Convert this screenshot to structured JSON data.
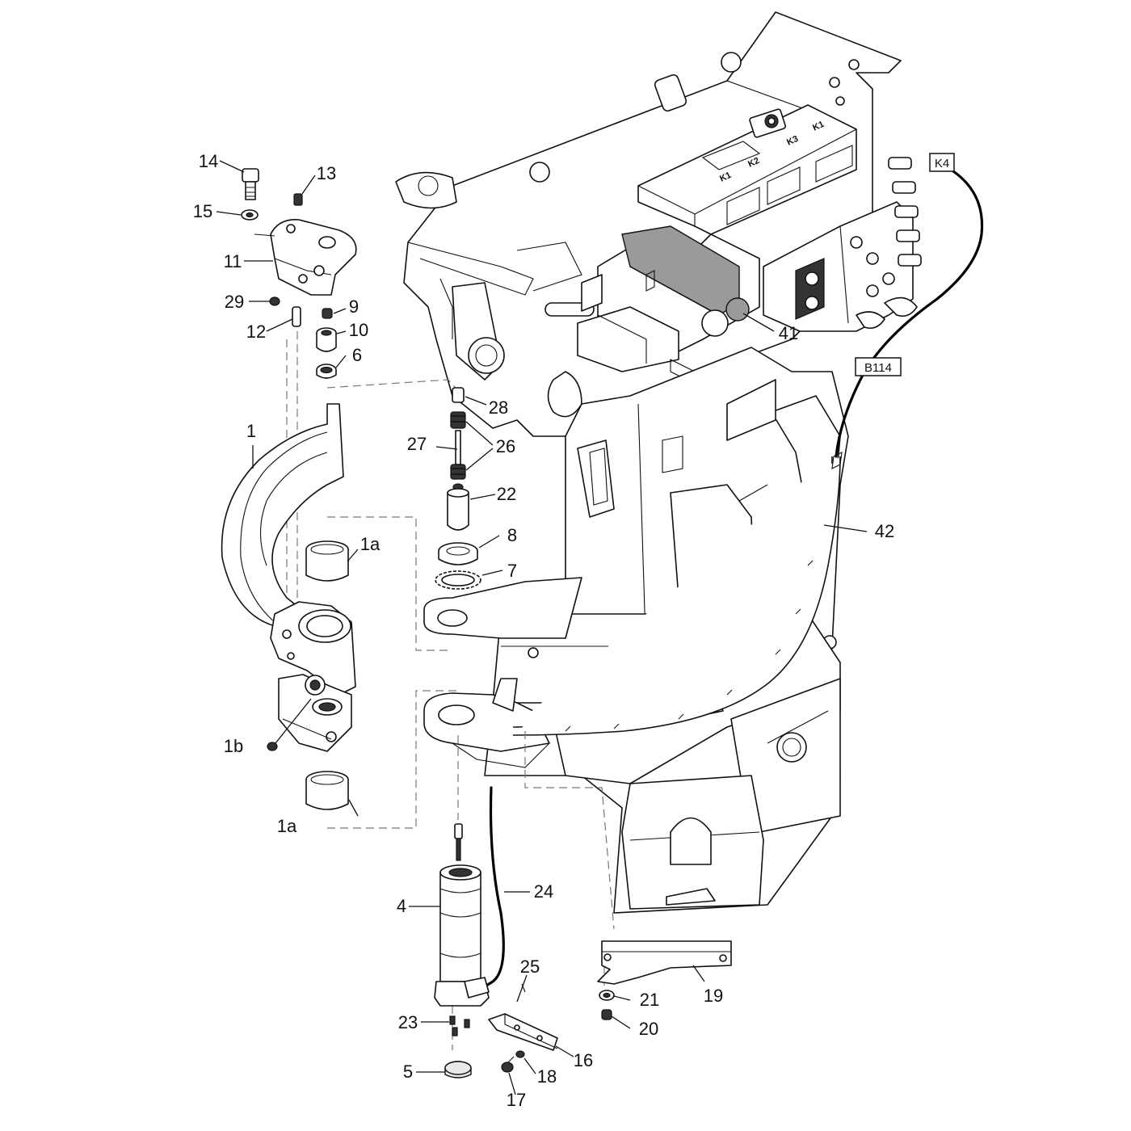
{
  "callouts": {
    "c1": "1",
    "c1a_top": "1a",
    "c1a_bottom": "1a",
    "c1b": "1b",
    "c4": "4",
    "c5": "5",
    "c6": "6",
    "c7": "7",
    "c8": "8",
    "c9": "9",
    "c10": "10",
    "c11": "11",
    "c12": "12",
    "c13": "13",
    "c14": "14",
    "c15": "15",
    "c16": "16",
    "c17": "17",
    "c18": "18",
    "c19": "19",
    "c20": "20",
    "c21": "21",
    "c22": "22",
    "c23": "23",
    "c24": "24",
    "c25": "25",
    "c26": "26",
    "c27": "27",
    "c28": "28",
    "c29": "29",
    "c41": "41",
    "c42": "42"
  },
  "connector_tags": {
    "k4": "K4",
    "b114": "B114"
  },
  "control_box_labels": {
    "k1_a": "K1",
    "k2": "K2",
    "k3": "K3",
    "k1_b": "K1"
  }
}
